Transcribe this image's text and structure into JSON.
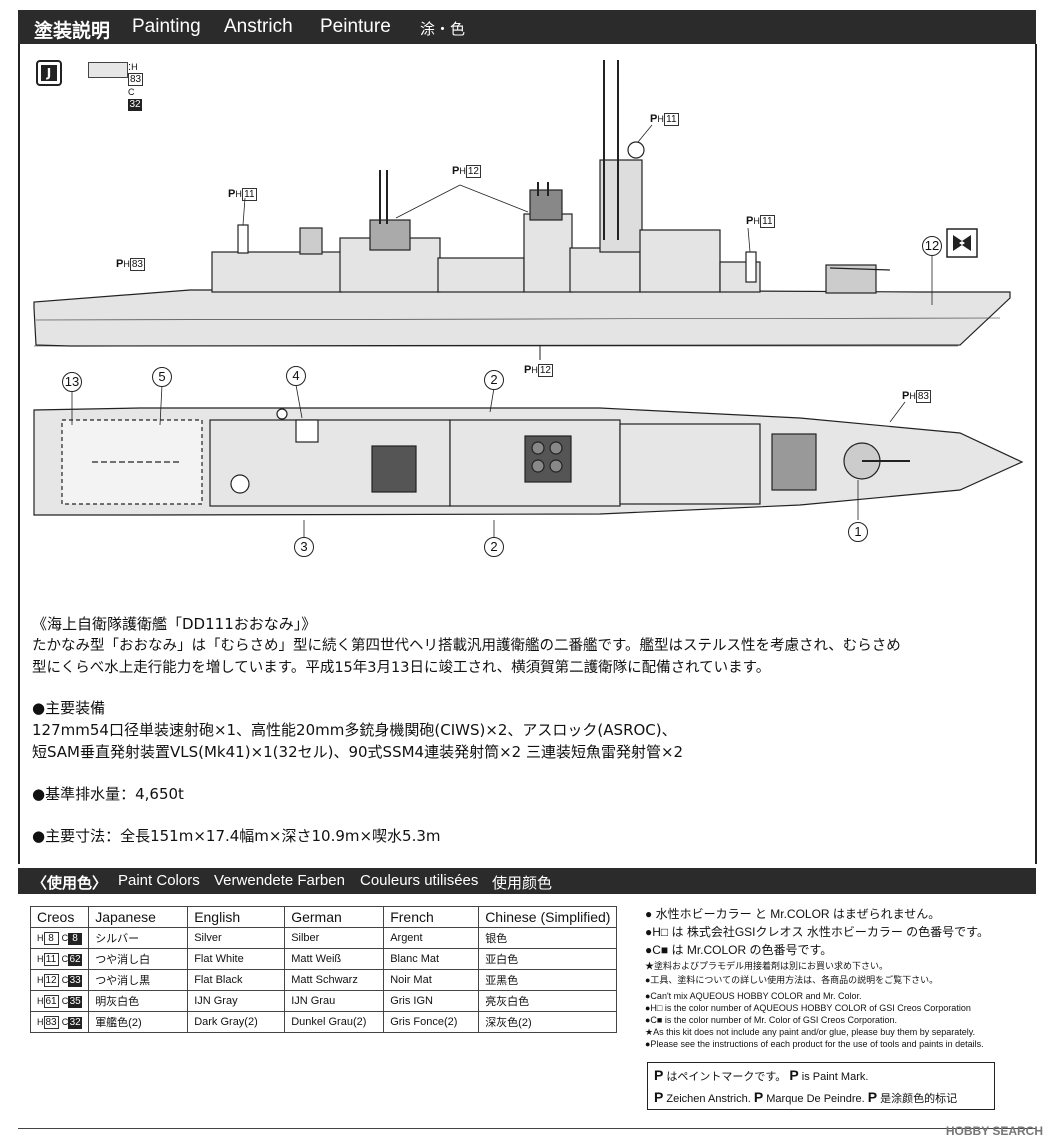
{
  "header": {
    "jp": "塗装説明",
    "en": "Painting",
    "de": "Anstrich",
    "fr": "Peinture",
    "cn": "涂・色"
  },
  "legend": {
    "mark": "J",
    "h": "83",
    "c": "32",
    "prefix": "H",
    "cprefix": "C"
  },
  "callouts": {
    "h11_mast": "11",
    "h12": "12",
    "h11_a": "11",
    "h11_b": "11",
    "h83_side": "83",
    "h12_bottom": "12",
    "h83_top": "83",
    "prefix": "P",
    "sub": "H"
  },
  "numbers": [
    "13",
    "5",
    "4",
    "2",
    "3",
    "2",
    "1",
    "12"
  ],
  "intro": {
    "title": "《海上自衛隊護衛艦「DD111おおなみ」》",
    "line1": "たかなみ型「おおなみ」は「むらさめ」型に続く第四世代ヘリ搭載汎用護衛艦の二番艦です。艦型はステルス性を考慮され、むらさめ",
    "line2": "型にくらべ水上走行能力を増しています。平成15年3月13日に竣工され、横須賀第二護衛隊に配備されています。"
  },
  "specs": {
    "equip_head": "●主要装備",
    "equip1": "127mm54口径単装速射砲×1、高性能20mm多銃身機関砲(CIWS)×2、アスロック(ASROC)、",
    "equip2": "短SAM垂直発射装置VLS(Mk41)×1(32セル)、90式SSM4連装発射筒×2  三連装短魚雷発射管×2",
    "displacement": "●基準排水量：4,650t",
    "dimensions": "●主要寸法：全長151m×17.4幅m×深さ10.9m×喫水5.3m"
  },
  "colors_header": {
    "jp": "〈使用色〉",
    "en": "Paint Colors",
    "de": "Verwendete Farben",
    "fr": "Couleurs utilisées",
    "cn": "使用颜色"
  },
  "table": {
    "headers": [
      "Creos",
      "Japanese",
      "English",
      "German",
      "French",
      "Chinese (Simplified)"
    ],
    "rows": [
      {
        "h": "8",
        "c": "8",
        "jp": "シルバー",
        "en": "Silver",
        "de": "Silber",
        "fr": "Argent",
        "cn": "银色"
      },
      {
        "h": "11",
        "c": "62",
        "jp": "つや消し白",
        "en": "Flat White",
        "de": "Matt Weiß",
        "fr": "Blanc Mat",
        "cn": "亚白色"
      },
      {
        "h": "12",
        "c": "33",
        "jp": "つや消し黒",
        "en": "Flat Black",
        "de": "Matt Schwarz",
        "fr": "Noir Mat",
        "cn": "亚黑色"
      },
      {
        "h": "61",
        "c": "35",
        "jp": "明灰白色",
        "en": "IJN Gray",
        "de": "IJN Grau",
        "fr": "Gris IGN",
        "cn": "亮灰白色"
      },
      {
        "h": "83",
        "c": "32",
        "jp": "軍艦色(2)",
        "en": "Dark Gray(2)",
        "de": "Dunkel Grau(2)",
        "fr": "Gris Fonce(2)",
        "cn": "深灰色(2)"
      }
    ]
  },
  "notes": {
    "n1": "● 水性ホビーカラー と Mr.COLOR はまぜられません。",
    "n2": "●H□ は 株式会社GSIクレオス 水性ホビーカラー の色番号です。",
    "n3": "●C■ は Mr.COLOR の色番号です。",
    "n4": "★塗料およびプラモデル用接着剤は別にお買い求め下さい。",
    "n5": "●工具、塗料についての詳しい使用方法は、各商品の説明をご覧下さい。",
    "n6": "●Can't mix AQUEOUS HOBBY COLOR and Mr. Color.",
    "n7": "●H□ is the color number of AQUEOUS HOBBY COLOR of GSI Creos Corporation",
    "n8": "●C■ is the color number of Mr. Color of GSI Creos Corporation.",
    "n9": "★As this kit does not include any paint and/or glue, please buy them by separately.",
    "n10": "●Please see the instructions of each product for the use of tools and paints in details."
  },
  "paintmark": {
    "l1": "はペイントマークです。",
    "l1b": "is Paint Mark.",
    "l2a": "Zeichen Anstrich.",
    "l2b": "Marque De Peindre.",
    "l2c": "是涂颜色的标记"
  },
  "watermark": "HOBBY SEARCH"
}
